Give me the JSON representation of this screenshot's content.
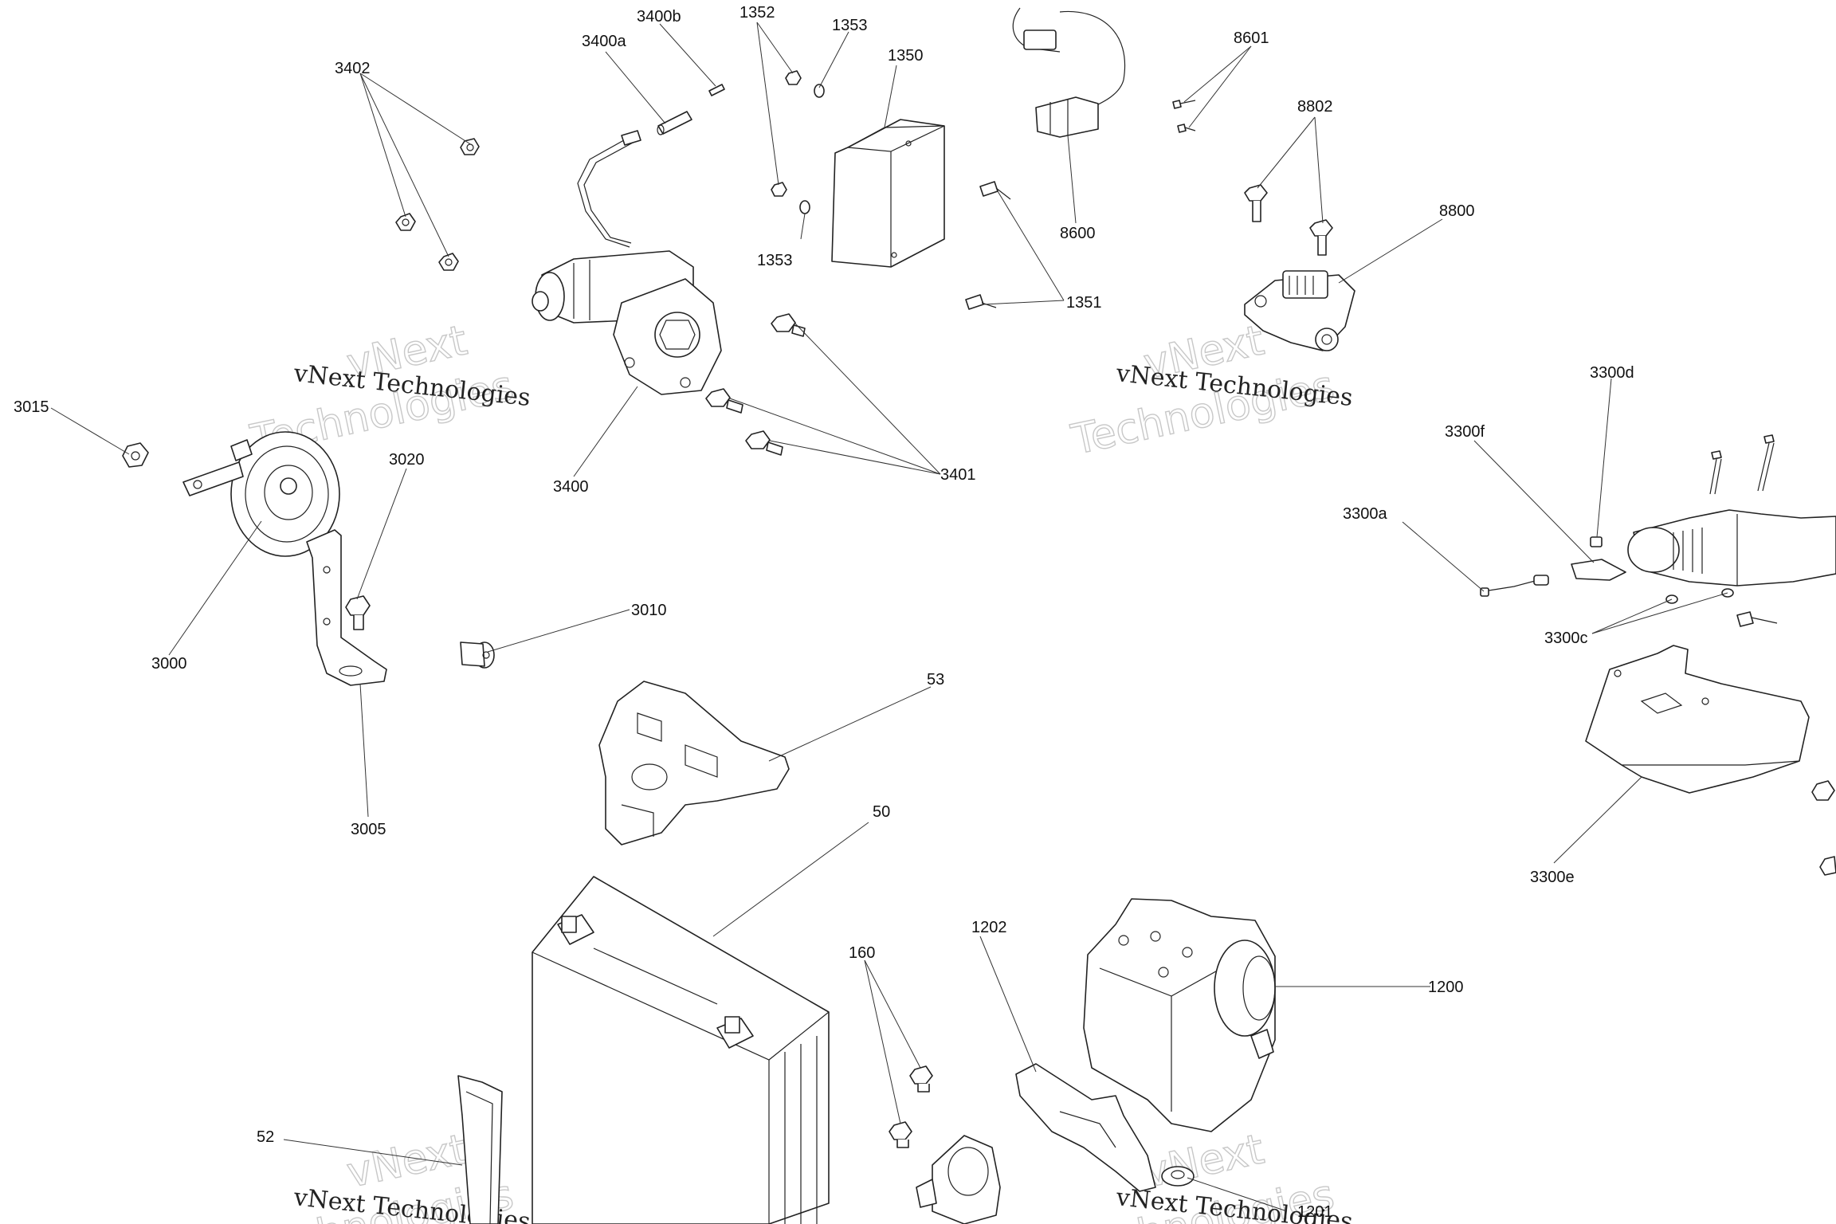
{
  "watermark": {
    "line1": "vNext",
    "line2": "Technologies",
    "full": "vNext Technologies"
  },
  "callouts": [
    {
      "id": "3402",
      "label": "3402"
    },
    {
      "id": "3400a",
      "label": "3400a"
    },
    {
      "id": "3400b",
      "label": "3400b"
    },
    {
      "id": "1352",
      "label": "1352"
    },
    {
      "id": "1353a",
      "label": "1353"
    },
    {
      "id": "1350",
      "label": "1350"
    },
    {
      "id": "8601",
      "label": "8601"
    },
    {
      "id": "8802",
      "label": "8802"
    },
    {
      "id": "8800",
      "label": "8800"
    },
    {
      "id": "8600",
      "label": "8600"
    },
    {
      "id": "1353b",
      "label": "1353"
    },
    {
      "id": "1351",
      "label": "1351"
    },
    {
      "id": "3015",
      "label": "3015"
    },
    {
      "id": "3020",
      "label": "3020"
    },
    {
      "id": "3400",
      "label": "3400"
    },
    {
      "id": "3401",
      "label": "3401"
    },
    {
      "id": "3300d",
      "label": "3300d"
    },
    {
      "id": "3300f",
      "label": "3300f"
    },
    {
      "id": "3300a",
      "label": "3300a"
    },
    {
      "id": "3300c",
      "label": "3300c"
    },
    {
      "id": "3010",
      "label": "3010"
    },
    {
      "id": "3000",
      "label": "3000"
    },
    {
      "id": "53",
      "label": "53"
    },
    {
      "id": "3005",
      "label": "3005"
    },
    {
      "id": "3300e",
      "label": "3300e"
    },
    {
      "id": "50",
      "label": "50"
    },
    {
      "id": "1202",
      "label": "1202"
    },
    {
      "id": "160",
      "label": "160"
    },
    {
      "id": "1200",
      "label": "1200"
    },
    {
      "id": "52",
      "label": "52"
    },
    {
      "id": "1201",
      "label": "1201"
    }
  ]
}
